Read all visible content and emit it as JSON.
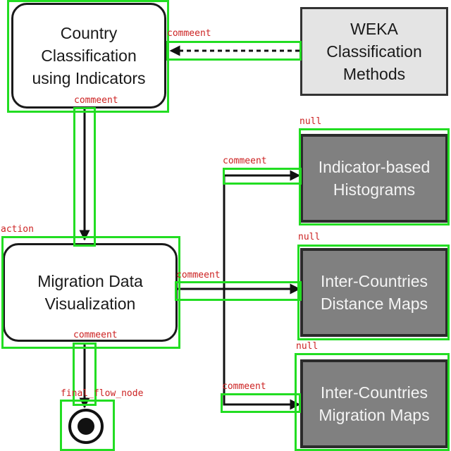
{
  "nodes": {
    "country_classification": "Country\nClassification\nusing Indicators",
    "weka_methods": "WEKA\nClassification\nMethods",
    "migration_visualization": "Migration Data\nVisualization",
    "histograms": "Indicator-based\nHistograms",
    "distance_maps": "Inter-Countries\nDistance Maps",
    "migration_maps": "Inter-Countries\nMigration Maps"
  },
  "annotations": {
    "edge_weka_to_country": "commeent",
    "edge_country_to_migration": "commeent",
    "edge_to_histograms": "commeent",
    "edge_to_distance_maps": "commeent",
    "edge_to_migration_maps": "commeent",
    "edge_to_final": "commeent",
    "migration_node": "action",
    "histograms_node": "null",
    "distance_maps_node": "null",
    "migration_maps_node": "null",
    "final_node": "final_flow_node"
  },
  "colors": {
    "annotation_box": "#22dd22",
    "annotation_text": "#cc2222",
    "dark_note_fill": "#808080",
    "light_note_fill": "#e4e4e4"
  }
}
